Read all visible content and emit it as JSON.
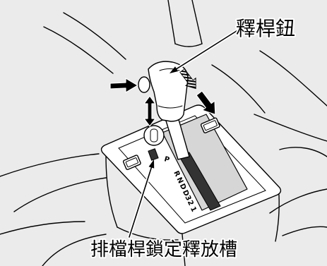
{
  "figure": {
    "labels": {
      "release_button": "釋桿鈕",
      "shift_lock_release_slot": "排檔桿鎖定釋放槽"
    },
    "gate": {
      "park": "P",
      "positions": [
        "R",
        "N",
        "D",
        "D3",
        "2",
        "1"
      ]
    }
  },
  "colors": {
    "background": "#ebebeb",
    "line": "#000000",
    "surface": "#ffffff",
    "recess": "#d6d6d6"
  }
}
